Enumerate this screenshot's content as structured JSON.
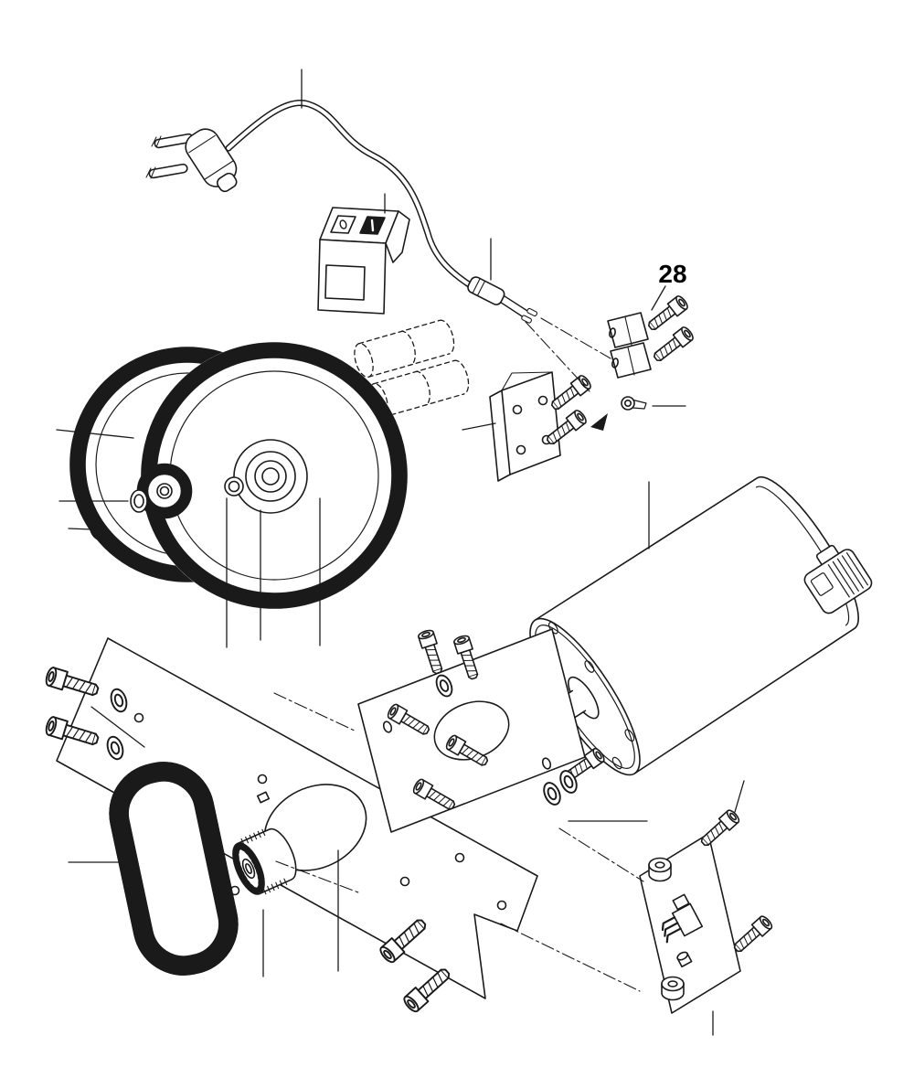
{
  "diagram": {
    "type": "exploded-parts-diagram",
    "callout_label": "28",
    "background_color": "#ffffff",
    "line_color": "#1a1a1a",
    "parts": [
      "power-plug",
      "power-cord",
      "cord-ferrule",
      "rocker-switch",
      "spacer-sleeves-ghost",
      "mounting-bracket",
      "bracket-screws",
      "cable-clamp",
      "clamp-screws",
      "ring-terminal",
      "arrow-marker",
      "large-gear-rear",
      "large-gear-front",
      "pinion-gear",
      "hub-washer",
      "front-washer",
      "retaining-ring",
      "motor",
      "motor-shaft",
      "motor-terminal-block",
      "motor-mount-plate",
      "mount-plate-screws",
      "washers",
      "base-plate",
      "set-nut",
      "timing-belt",
      "belt-pulley",
      "cap-screws-left",
      "cap-screws-bottom",
      "control-board",
      "board-standoffs",
      "board-connector",
      "board-capacitor",
      "board-screws",
      "leader-lines",
      "alignment-lines"
    ]
  }
}
